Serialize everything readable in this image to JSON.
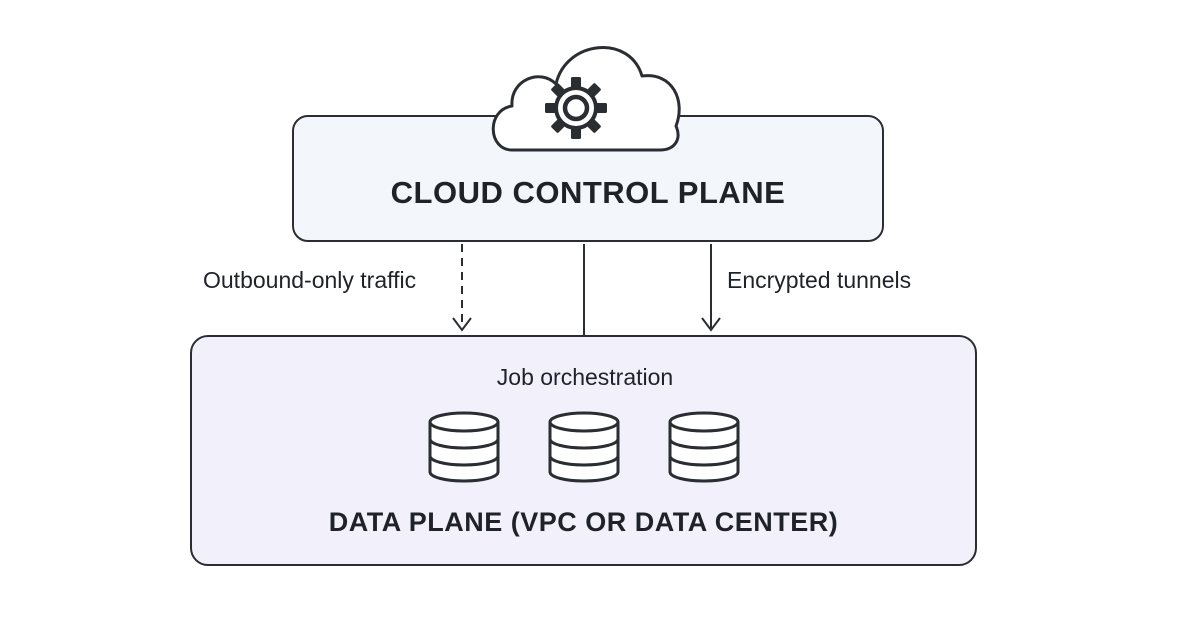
{
  "diagram": {
    "control_plane": {
      "title": "CLOUD CONTROL PLANE",
      "icon": "cloud-gear-icon"
    },
    "data_plane": {
      "title": "DATA PLANE (VPC OR DATA CENTER)",
      "databases": [
        {
          "icon": "database-icon"
        },
        {
          "icon": "database-icon"
        },
        {
          "icon": "database-icon"
        }
      ]
    },
    "connections": {
      "outbound_label": "Outbound-only traffic",
      "encrypted_label": "Encrypted tunnels",
      "orchestration_label": "Job orchestration"
    },
    "colors": {
      "stroke": "#2a2e33",
      "control_fill": "#f3f7fc",
      "data_fill": "#f2f0fb",
      "text": "#1f2329"
    }
  }
}
